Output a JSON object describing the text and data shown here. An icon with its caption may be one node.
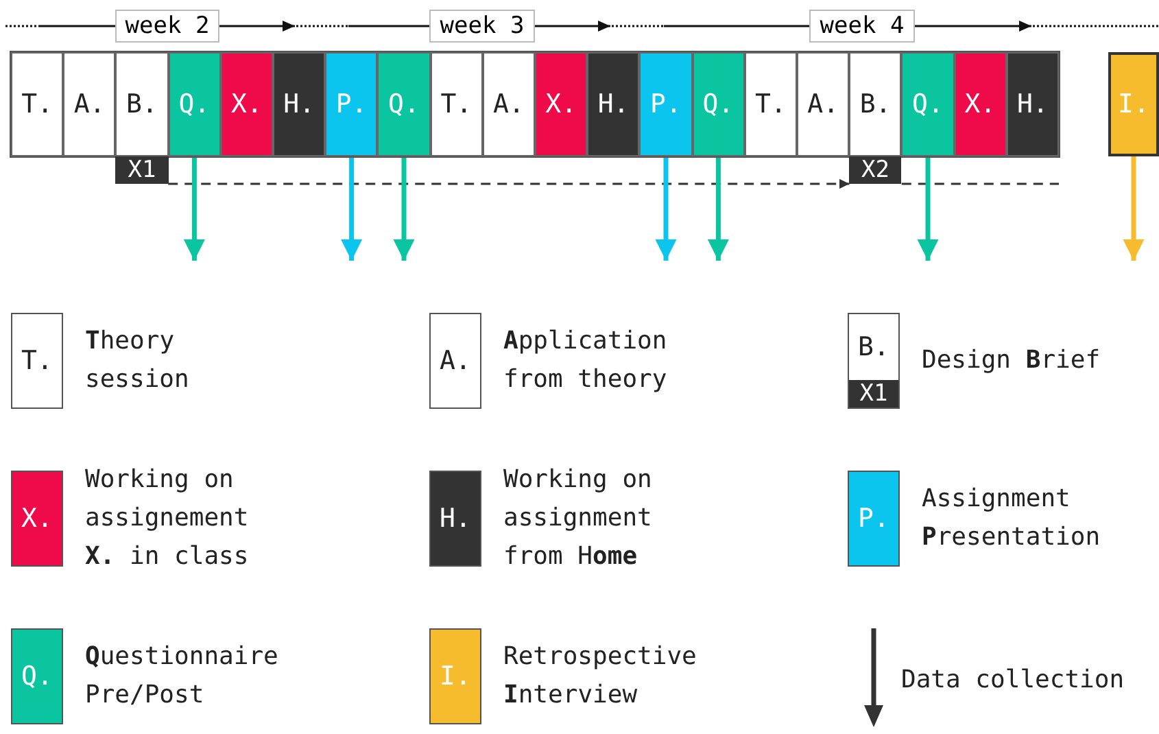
{
  "diagram": {
    "nodes": [
      {
        "text": [
          "week 2"
        ]
      },
      {
        "text": [
          "week 3"
        ]
      },
      {
        "text": [
          "week 4"
        ]
      },
      {
        "text": [
          "T."
        ]
      },
      {
        "text": [
          "A."
        ]
      },
      {
        "text": [
          "B."
        ]
      },
      {
        "text": [
          "Q."
        ]
      },
      {
        "text": [
          "X."
        ]
      },
      {
        "text": [
          "H."
        ]
      },
      {
        "text": [
          "P."
        ]
      },
      {
        "text": [
          "Q."
        ]
      },
      {
        "text": [
          "T."
        ]
      },
      {
        "text": [
          "A."
        ]
      },
      {
        "text": [
          "X."
        ]
      },
      {
        "text": [
          "H."
        ]
      },
      {
        "text": [
          "P."
        ]
      },
      {
        "text": [
          "Q."
        ]
      },
      {
        "text": [
          "T."
        ]
      },
      {
        "text": [
          "A."
        ]
      },
      {
        "text": [
          "B."
        ]
      },
      {
        "text": [
          "Q."
        ]
      },
      {
        "text": [
          "X."
        ]
      },
      {
        "text": [
          "H."
        ]
      },
      {
        "text": [
          "I."
        ]
      },
      {
        "text": [
          "X1"
        ]
      },
      {
        "text": [
          "X2"
        ]
      },
      {
        "text": [
          "T."
        ],
        "beside": [
          "**T**heory session"
        ]
      },
      {
        "text": [
          "A."
        ],
        "beside": [
          "**A**pplication from theory"
        ]
      },
      {
        "text": [
          "B."
        ],
        "beside": [
          "Design **B**rief"
        ]
      },
      {
        "text": [
          "X1"
        ],
        "in": 28
      },
      {
        "text": [
          "X."
        ],
        "beside": [
          "Working on assignement **X.** in class"
        ]
      },
      {
        "text": [
          "H."
        ],
        "beside": [
          "Working on assignment from H**ome**"
        ]
      },
      {
        "text": [
          "P."
        ],
        "beside": [
          "Assignment **P**resentation"
        ]
      },
      {
        "text": [
          "Q."
        ],
        "beside": [
          "**Q**uestionnaire Pre/Post"
        ]
      },
      {
        "text": [
          "I."
        ],
        "beside": [
          "Retrospective **I**nterview"
        ]
      }
    ],
    "edges": [
      {
        "from": null,
        "to": 0,
        "arrow": "none"
      },
      {
        "from": 0,
        "to": null,
        "arrow": "to"
      },
      {
        "from": null,
        "to": 1,
        "arrow": "none"
      },
      {
        "from": 1,
        "to": null,
        "arrow": "to"
      },
      {
        "from": null,
        "to": 2,
        "arrow": "none"
      },
      {
        "from": 2,
        "to": null,
        "arrow": "to"
      },
      {
        "from": 24,
        "to": 25,
        "arrow": "to",
        "style": "dashed",
        "color": "#333333"
      },
      {
        "from": 25,
        "to": null,
        "arrow": "none",
        "style": "dashed",
        "color": "#333333"
      },
      {
        "from": 6,
        "to": null,
        "arrow": "to",
        "style": "thick",
        "color": "#0bc5a0"
      },
      {
        "from": 9,
        "to": null,
        "arrow": "to",
        "style": "thick",
        "color": "#0bc5ee"
      },
      {
        "from": 10,
        "to": null,
        "arrow": "to",
        "style": "thick",
        "color": "#0bc5a0"
      },
      {
        "from": 15,
        "to": null,
        "arrow": "to",
        "style": "thick",
        "color": "#0bc5ee"
      },
      {
        "from": 16,
        "to": null,
        "arrow": "to",
        "style": "thick",
        "color": "#0bc5a0"
      },
      {
        "from": 20,
        "to": null,
        "arrow": "to",
        "style": "thick",
        "color": "#0bc5a0"
      },
      {
        "from": 23,
        "to": null,
        "arrow": "to",
        "style": "thick",
        "color": "#f7bb2e"
      }
    ],
    "legend": [
      {
        "text": "Data collection"
      }
    ]
  }
}
